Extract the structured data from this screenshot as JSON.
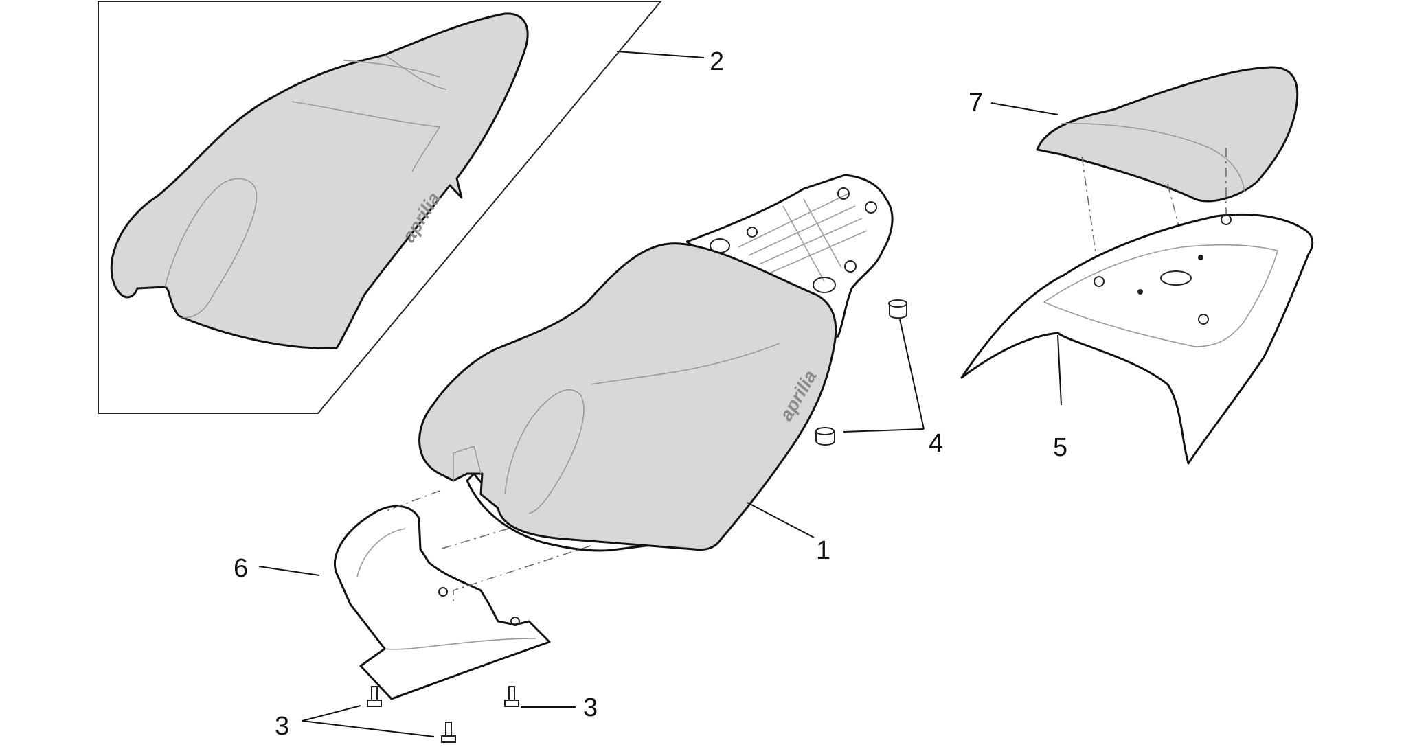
{
  "diagram": {
    "colors": {
      "seat_fill": "#d8d8d8",
      "outline": "#111111",
      "background": "#ffffff"
    },
    "brand_text": "aprilia",
    "callouts": {
      "seat_assembly": "1",
      "complete_seat_box": "2",
      "screws_left": "3",
      "screws_right": "3",
      "rubber_pads": "4",
      "rear_cover": "5",
      "front_cover": "6",
      "passenger_pad": "7"
    }
  }
}
